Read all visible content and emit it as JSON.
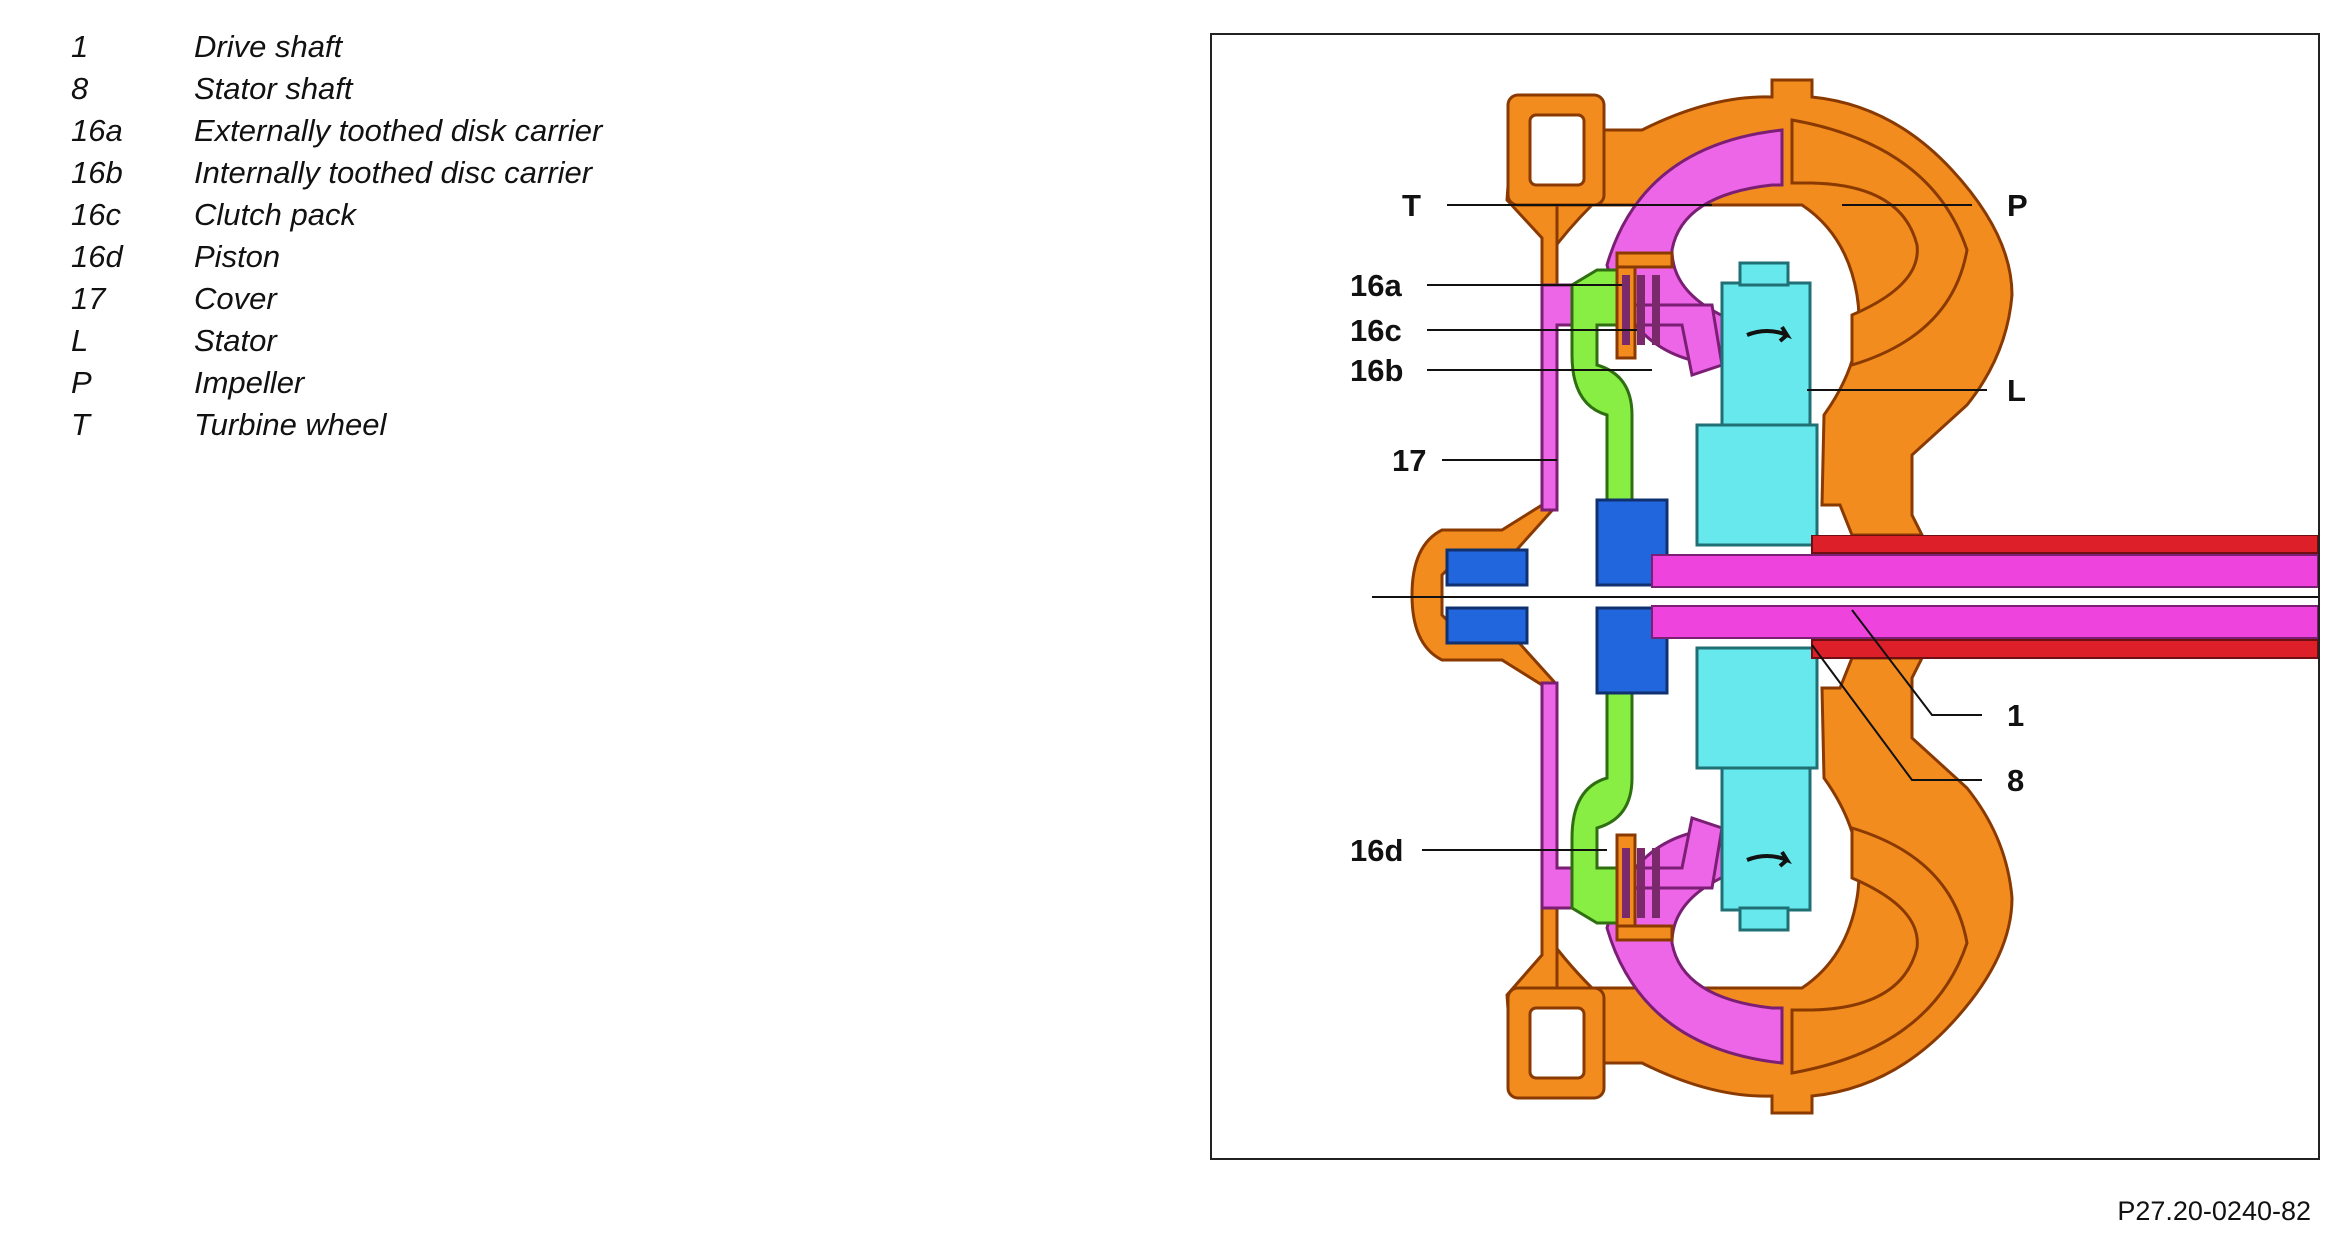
{
  "legend": [
    {
      "code": "1",
      "description": "Drive shaft"
    },
    {
      "code": "8",
      "description": "Stator shaft"
    },
    {
      "code": "16a",
      "description": "Externally toothed disk carrier"
    },
    {
      "code": "16b",
      "description": "Internally toothed disc carrier"
    },
    {
      "code": "16c",
      "description": "Clutch pack"
    },
    {
      "code": "16d",
      "description": "Piston"
    },
    {
      "code": "17",
      "description": "Cover"
    },
    {
      "code": "L",
      "description": "Stator"
    },
    {
      "code": "P",
      "description": "Impeller"
    },
    {
      "code": "T",
      "description": "Turbine wheel"
    }
  ],
  "callouts": {
    "T": "T",
    "P": "P",
    "L": "L",
    "c16a": "16a",
    "c16c": "16c",
    "c16b": "16b",
    "c16d": "16d",
    "c17": "17",
    "c1": "1",
    "c8": "8"
  },
  "reference": "P27.20-0240-82",
  "colors": {
    "cover": "#f28c1e",
    "turbine": "#ee66e8",
    "stator": "#66e8ec",
    "piston": "#88ee44",
    "hub": "#2266dd",
    "drive_shaft": "#ee44dd",
    "stator_shaft": "#dd1f2a",
    "clutch_pack": "#7a2a6a",
    "outline": "#8a3a00"
  }
}
